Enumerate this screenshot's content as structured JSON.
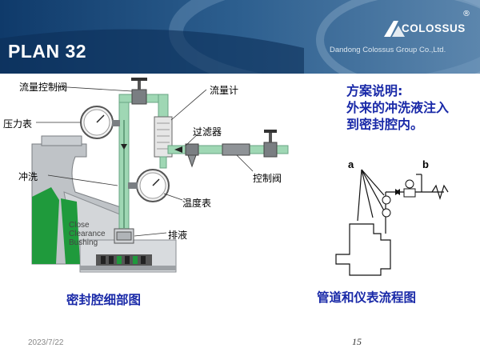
{
  "header": {
    "title": "PLAN 32",
    "brand": "COLOSSUS",
    "brand_mark": "®",
    "company": "Dandong Colossus Group Co.,Ltd."
  },
  "diagram": {
    "labels": {
      "flow_control_valve": "流量控制阀",
      "flow_meter": "流量计",
      "pressure_gauge": "压力表",
      "filter": "过滤器",
      "flush": "冲洗",
      "control_valve": "控制阀",
      "thermometer": "温度表",
      "drain": "排液",
      "close_clearance_bushing": "Close\nClearance\nBushing"
    },
    "caption": "密封腔细部图"
  },
  "description": {
    "heading": "方案说明:",
    "line1": "外来的冲洗液注入",
    "line2": "到密封腔内。"
  },
  "flowchart": {
    "label_a": "a",
    "label_b": "b",
    "caption": "管道和仪表流程图"
  },
  "footer": {
    "date": "2023/7/22",
    "page": "15"
  }
}
